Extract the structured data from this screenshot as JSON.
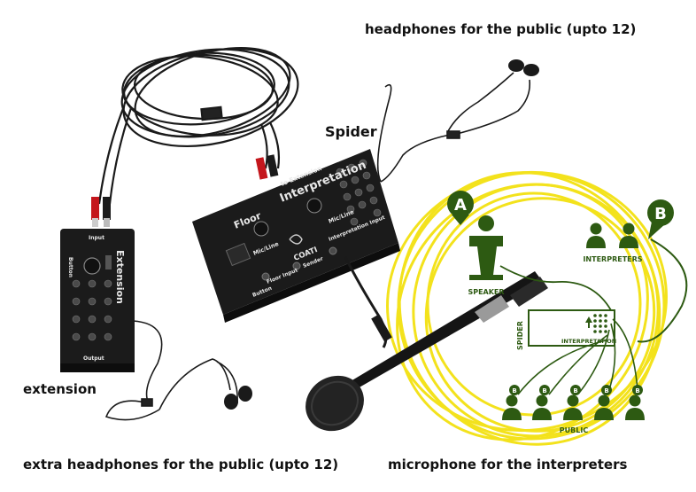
{
  "captions": {
    "headphones_top": "headphones for the public (upto 12)",
    "spider": "Spider",
    "extension": "extension",
    "extra_headphones": "extra headphones for the public (upto 12)",
    "microphone": "microphone for the interpreters"
  },
  "spider_box": {
    "title": "Interpretation",
    "extension_label": "to Extension",
    "floor_label": "Floor",
    "mic_line_left": "Mic/Line",
    "mic_line_right": "Mic/Line",
    "brand": "COATI",
    "sub_brand": "Sender",
    "floor_input": "Floor Input",
    "interp_input": "Interpretation Input",
    "button_label": "Button"
  },
  "extension_box": {
    "title": "Extension",
    "top_label": "Input",
    "side_label": "Button",
    "bottom_label": "Output"
  },
  "diagram": {
    "badge_a": "A",
    "badge_b": "B",
    "speaker_label": "SPEAKER",
    "interpreters_label": "INTERPRETERS",
    "spider_label": "SPIDER",
    "interpretation_label": "INTERPRETATION",
    "public_label": "PUBLIC",
    "public_badge": "B"
  },
  "colors": {
    "diagram_green": "#2d5a12",
    "cable_yellow": "#f3e21c",
    "device_black": "#1b1b1b",
    "plug_red": "#c4161c"
  }
}
